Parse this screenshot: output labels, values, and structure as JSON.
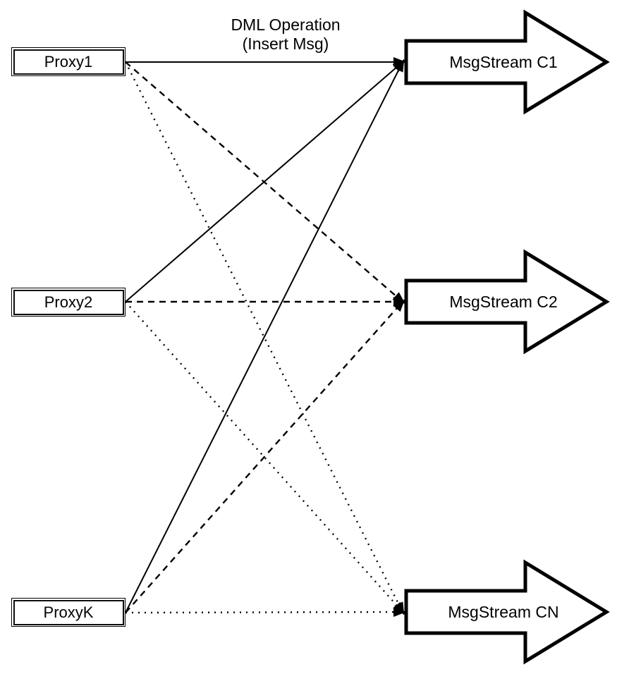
{
  "diagram": {
    "caption": {
      "line1": "DML Operation",
      "line2": "(Insert Msg)"
    },
    "proxies": [
      {
        "id": "proxy1",
        "label": "Proxy1"
      },
      {
        "id": "proxy2",
        "label": "Proxy2"
      },
      {
        "id": "proxyk",
        "label": "ProxyK"
      }
    ],
    "streams": [
      {
        "id": "c1",
        "label": "MsgStream C1"
      },
      {
        "id": "c2",
        "label": "MsgStream C2"
      },
      {
        "id": "cn",
        "label": "MsgStream CN"
      }
    ],
    "edges": [
      {
        "from": "proxy1",
        "to": "c1",
        "style": "solid"
      },
      {
        "from": "proxy1",
        "to": "c2",
        "style": "dashed"
      },
      {
        "from": "proxy1",
        "to": "cn",
        "style": "dotted"
      },
      {
        "from": "proxy2",
        "to": "c1",
        "style": "solid"
      },
      {
        "from": "proxy2",
        "to": "c2",
        "style": "dashed"
      },
      {
        "from": "proxy2",
        "to": "cn",
        "style": "dotted"
      },
      {
        "from": "proxyk",
        "to": "c1",
        "style": "solid"
      },
      {
        "from": "proxyk",
        "to": "c2",
        "style": "dashed"
      },
      {
        "from": "proxyk",
        "to": "cn",
        "style": "dotted"
      }
    ],
    "colors": {
      "stroke": "#000000",
      "background": "#ffffff"
    }
  }
}
